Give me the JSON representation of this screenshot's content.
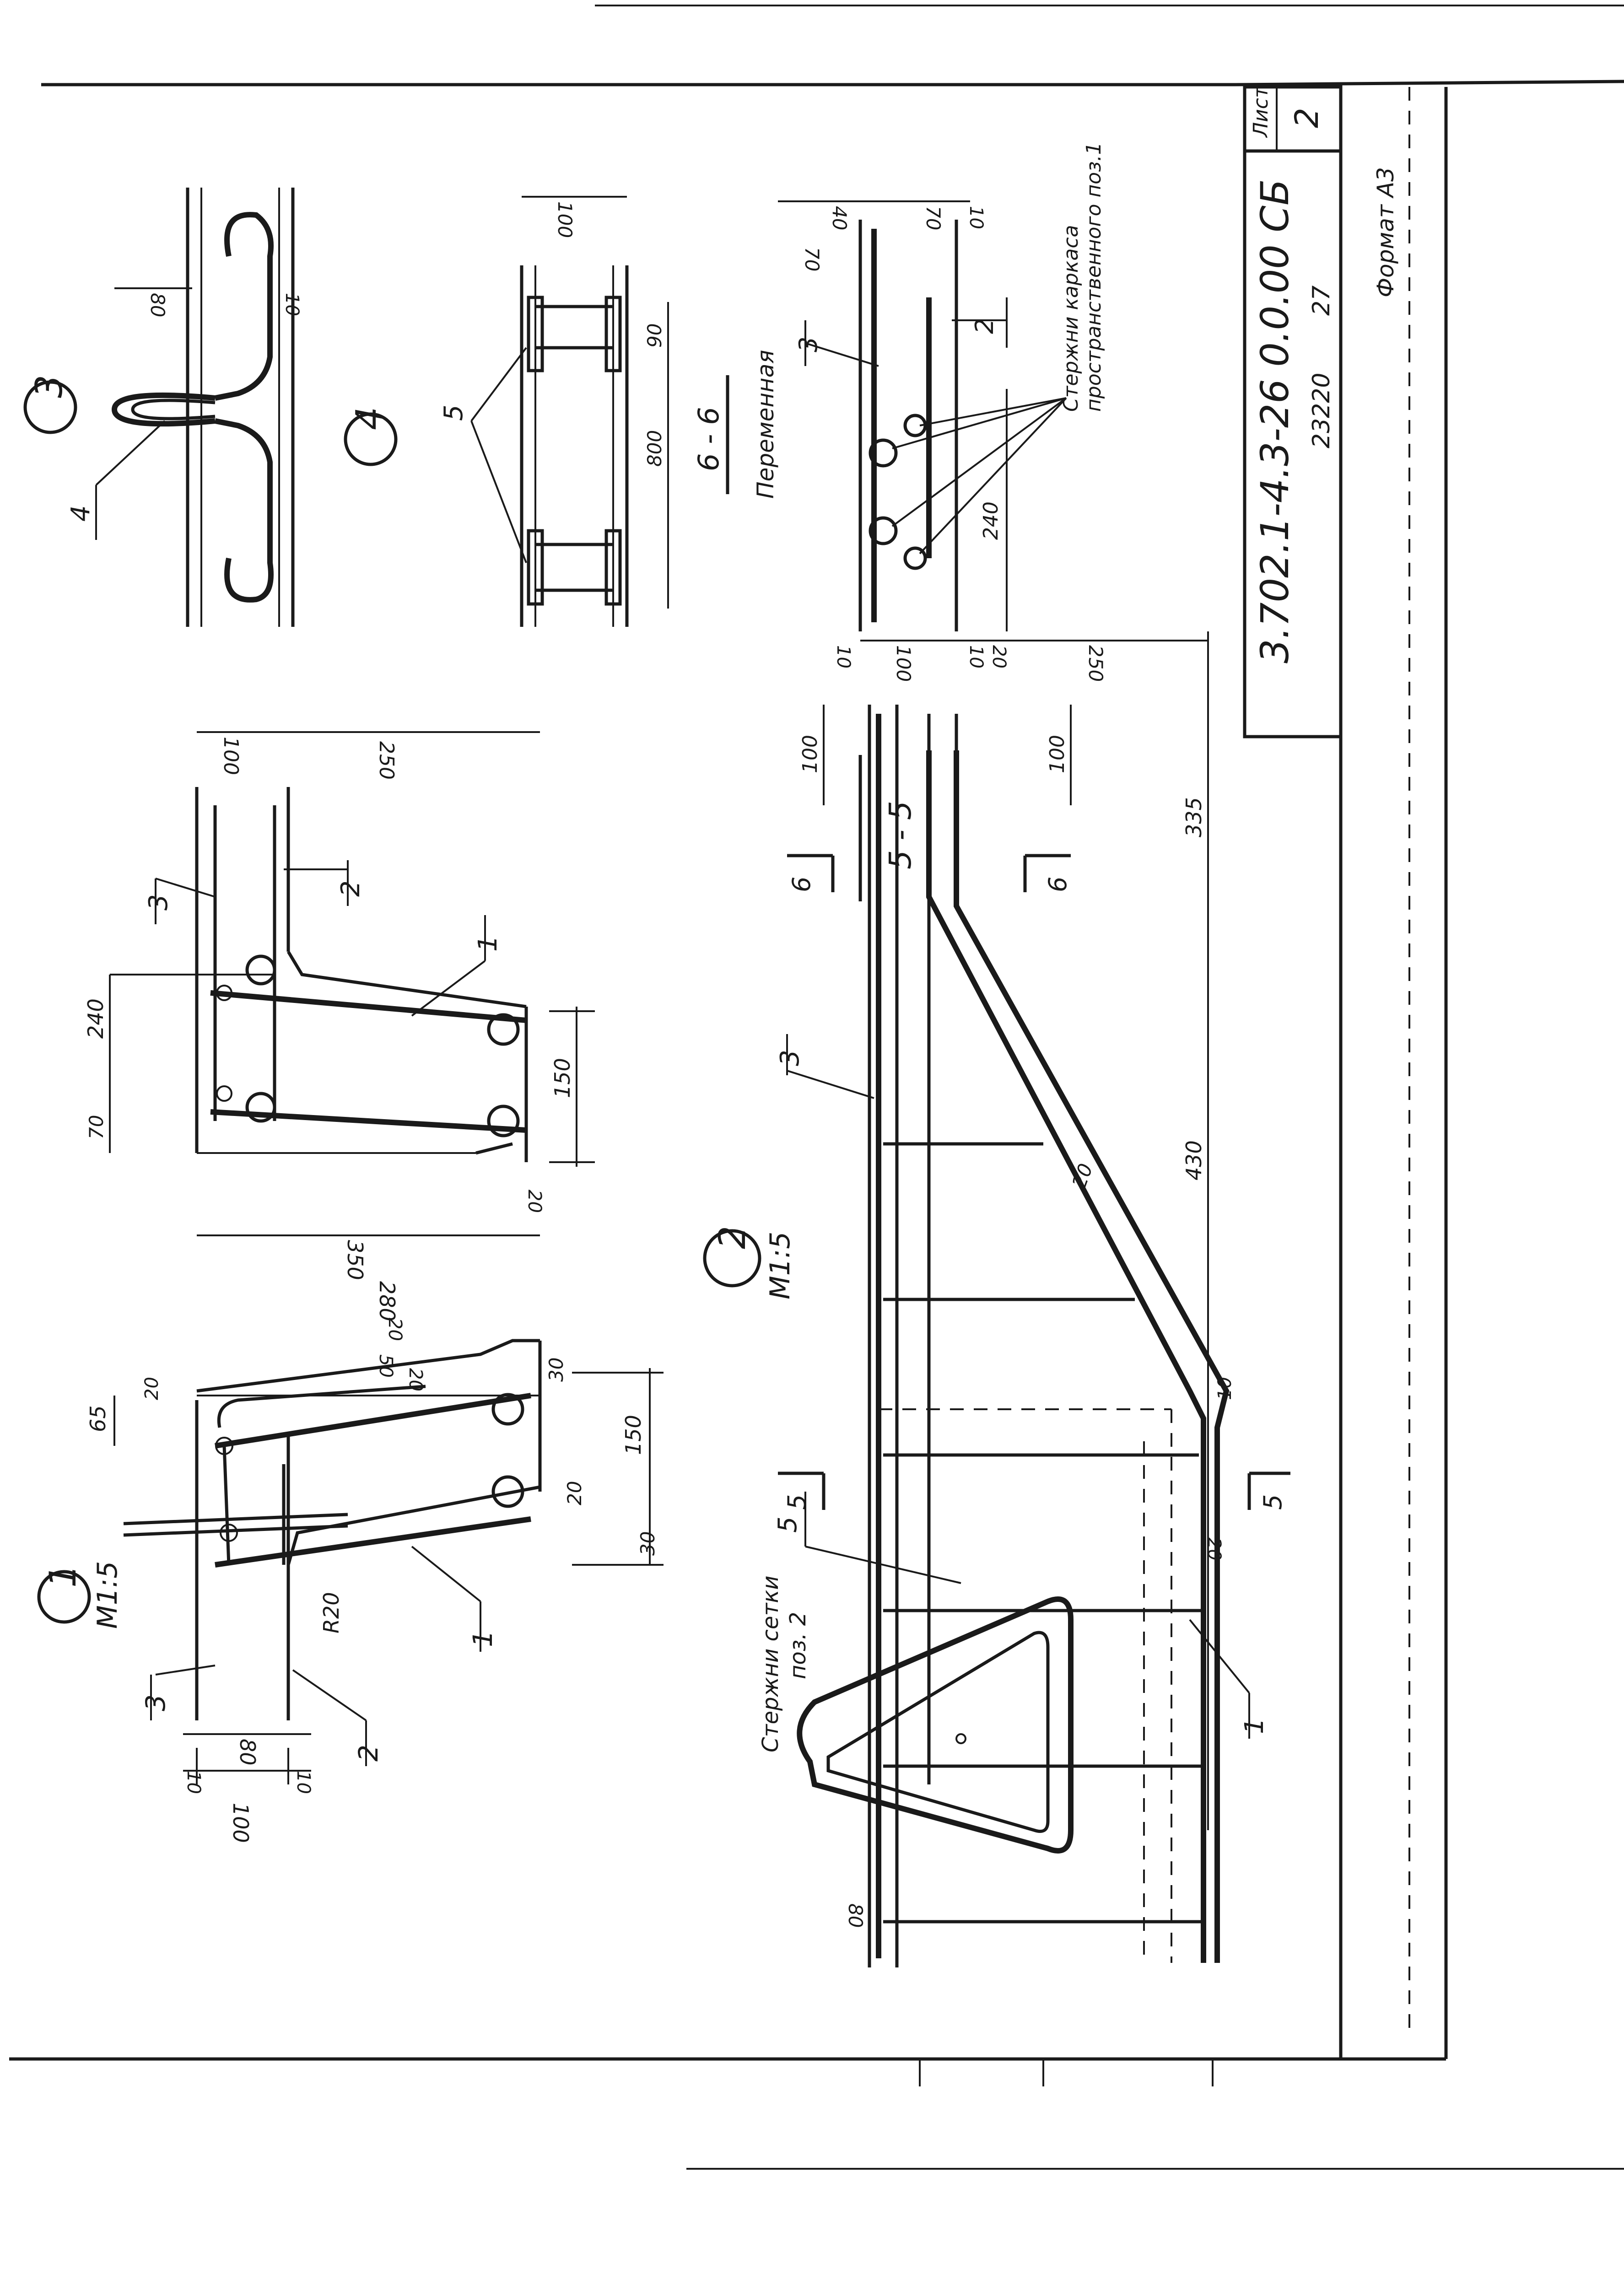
{
  "title_block": {
    "sheet_label": "Лист",
    "sheet_number": "2",
    "document_code": "3.702.1-4.3-26 0.0.00 СБ",
    "archive_number": "23220",
    "archive_suffix": "27",
    "format": "Формат А3"
  },
  "sections": {
    "s55": "5 - 5",
    "s66": "6 - 6",
    "scale": "М1:5",
    "variable": "Переменная"
  },
  "callouts": {
    "c1": "1",
    "c2": "2",
    "c3": "3",
    "c4": "4",
    "p1": "1",
    "p2": "2",
    "p3": "3",
    "p4": "4",
    "p5": "5",
    "cut5": "5",
    "cut6": "6"
  },
  "notes": {
    "frame_bars_l1": "Стержни каркаса",
    "frame_bars_l2": "пространственного поз.1",
    "mesh_bars_l1": "Стержни сетки",
    "mesh_bars_l2": "поз. 2"
  },
  "dimensions": {
    "d10": "10",
    "d20": "20",
    "d30": "30",
    "d40": "40",
    "d50": "50",
    "d65": "65",
    "d70": "70",
    "d80": "80",
    "d90": "90",
    "d100": "100",
    "d150": "150",
    "d240": "240",
    "d250": "250",
    "d280": "280",
    "d335": "335",
    "d350": "350",
    "d430": "430",
    "d800": "800",
    "r20": "R20"
  }
}
